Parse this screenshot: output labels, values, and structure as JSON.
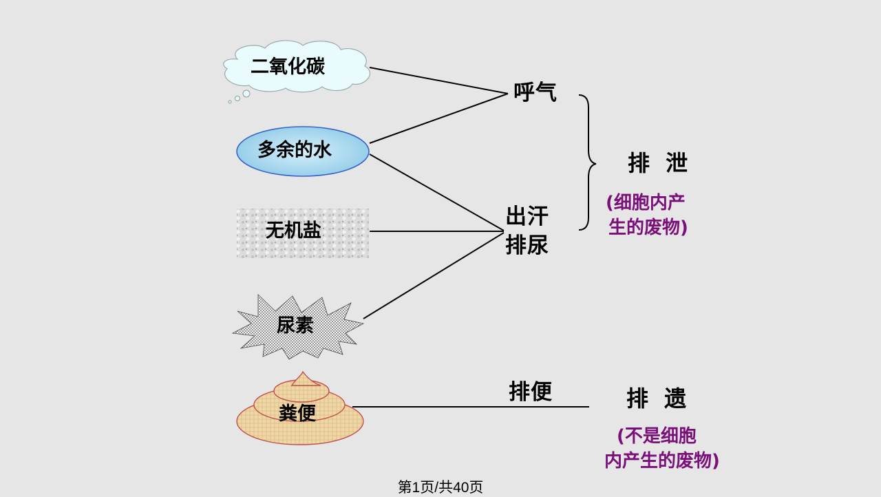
{
  "materials": {
    "co2": "二氧化碳",
    "water": "多余的水",
    "salt": "无机盐",
    "urea": "尿素",
    "feces": "粪便"
  },
  "processes": {
    "breath": "呼气",
    "sweat": "出汗",
    "urine": "排尿",
    "defecate": "排便"
  },
  "categories": {
    "excretion": "排 泄",
    "excretion_note": [
      "(细胞内产",
      "生的废物)"
    ],
    "egestion": "排 遗",
    "egestion_note": [
      "(不是细胞",
      "内产生的废物)"
    ]
  },
  "colors": {
    "note": "#7a0f7a",
    "cloud_fill": "#e9fbfd",
    "water_fill": "#a9daf0",
    "water_stroke": "#3b63c7",
    "poop_fill": "#f0d9a8",
    "poop_stroke": "#c0504d"
  },
  "footer": "第1页/共40页"
}
